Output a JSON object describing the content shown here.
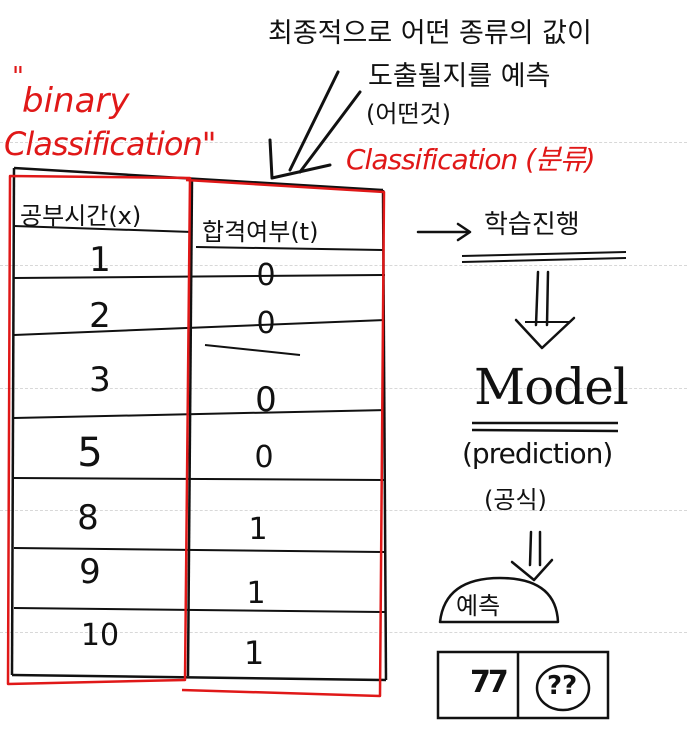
{
  "top_note": {
    "line1": "최종적으로 어떤 종류의 값이",
    "line2": "도출될지를 예측",
    "line3": "(어떤것)"
  },
  "labels": {
    "binary_quote": "\"",
    "binary": "binary",
    "classification": "Classification\"",
    "classification_right": "Classification (분류)"
  },
  "table": {
    "headers": [
      "공부시간(x)",
      "합격여부(t)"
    ],
    "rows": [
      [
        "1",
        "0"
      ],
      [
        "2",
        "0"
      ],
      [
        "3",
        "0"
      ],
      [
        "5",
        "0"
      ],
      [
        "8",
        "1"
      ],
      [
        "9",
        "1"
      ],
      [
        "10",
        "1"
      ]
    ]
  },
  "flow": {
    "learning": "학습진행",
    "model": "Model",
    "prediction": "(prediction)",
    "formula": "(공식)",
    "predict": "예측",
    "box_left": "77",
    "box_right": "??"
  },
  "colors": {
    "ink": "#111111",
    "red_ink": "#e01818",
    "ruled_line": "#d8d8d8"
  }
}
